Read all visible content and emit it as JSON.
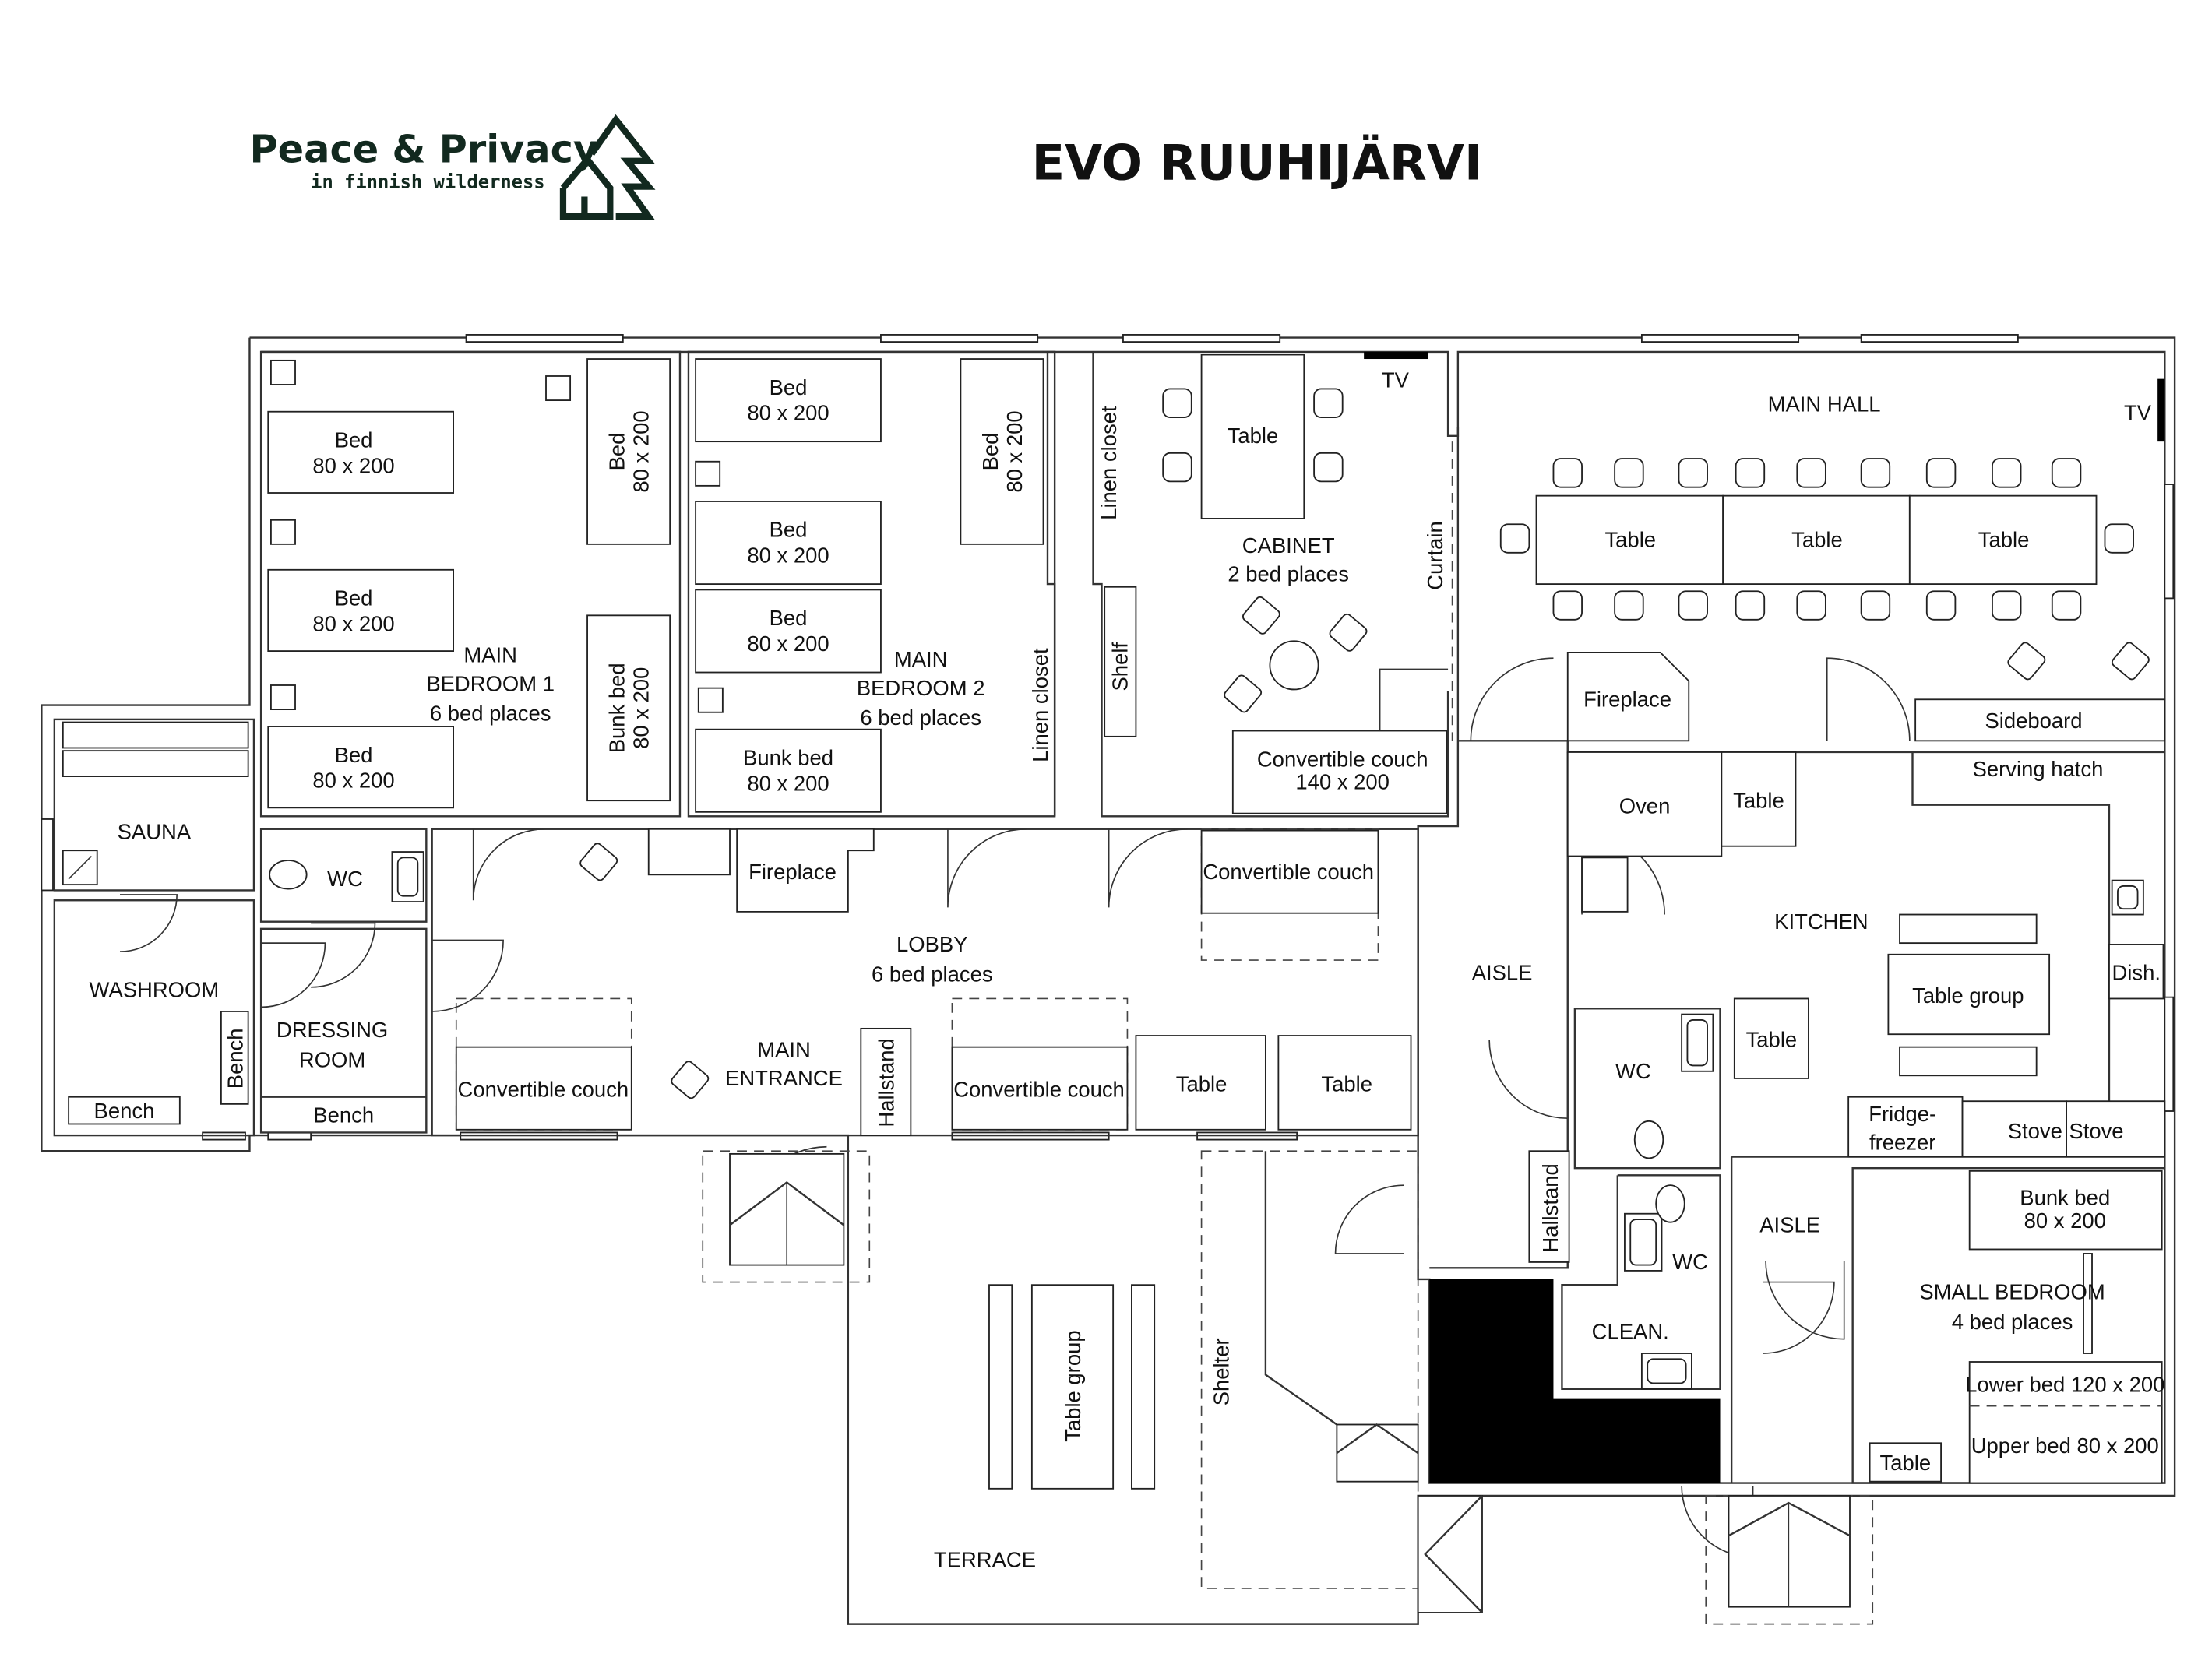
{
  "header": {
    "brand": "Peace & Privacy",
    "tagline": "in finnish wilderness",
    "title": "EVO RUUHIJÄRVI"
  },
  "colors": {
    "logo": "#12291f",
    "walls": "#333333",
    "blocked": "#000000"
  },
  "bedroom1": {
    "l1": "MAIN",
    "l2": "BEDROOM 1",
    "l3": "6 bed places",
    "beds": [
      {
        "label": "Bed",
        "size": "80 x 200"
      },
      {
        "label": "Bed",
        "size": "80 x 200"
      },
      {
        "label": "Bed",
        "size": "80 x 200"
      },
      {
        "label": "Bed",
        "size": "80 x 200"
      },
      {
        "label": "Bunk bed",
        "size": "80 x 200"
      }
    ]
  },
  "bedroom2": {
    "l1": "MAIN",
    "l2": "BEDROOM 2",
    "l3": "6 bed places",
    "closet": "Linen closet",
    "beds": [
      {
        "label": "Bed",
        "size": "80 x 200"
      },
      {
        "label": "Bed",
        "size": "80 x 200"
      },
      {
        "label": "Bed",
        "size": "80 x 200"
      },
      {
        "label": "Bunk bed",
        "size": "80 x 200"
      },
      {
        "label": "Bed",
        "size": "80 x 200"
      }
    ]
  },
  "cabinet": {
    "l1": "CABINET",
    "l2": "2 bed places",
    "table": "Table",
    "tv": "TV",
    "closet": "Linen closet",
    "shelf": "Shelf",
    "curtain": "Curtain",
    "couch1": "Convertible couch",
    "couch2": "140 x 200"
  },
  "hall": {
    "title": "MAIN HALL",
    "tv": "TV",
    "tables": [
      "Table",
      "Table",
      "Table"
    ],
    "fireplace": "Fireplace",
    "sideboard": "Sideboard"
  },
  "sauna": {
    "title": "SAUNA"
  },
  "washroom": {
    "title": "WASHROOM",
    "bench1": "Bench",
    "bench2": "Bench"
  },
  "wc1": {
    "title": "WC"
  },
  "dressing": {
    "l1": "DRESSING",
    "l2": "ROOM",
    "bench": "Bench"
  },
  "lobby": {
    "l1": "LOBBY",
    "l2": "6 bed places",
    "entrance1": "MAIN",
    "entrance2": "ENTRANCE",
    "fireplace": "Fireplace",
    "couches": [
      "Convertible couch",
      "Convertible couch",
      "Convertible couch"
    ],
    "hallstand": "Hallstand",
    "tables": [
      "Table",
      "Table"
    ]
  },
  "aisle": {
    "a1": "AISLE",
    "a2": "AISLE",
    "hallstand": "Hallstand"
  },
  "kitchen": {
    "title": "KITCHEN",
    "oven": "Oven",
    "table1": "Table",
    "table2": "Table",
    "serving": "Serving hatch",
    "tablegroup": "Table group",
    "dish": "Dish.",
    "fridge1": "Fridge-",
    "fridge2": "freezer",
    "stove1": "Stove",
    "stove2": "Stove"
  },
  "wc2": {
    "title": "WC"
  },
  "wc3": {
    "title": "WC"
  },
  "clean": {
    "title": "CLEAN."
  },
  "small": {
    "l1": "SMALL BEDROOM",
    "l2": "4 bed places",
    "bunk1": "Bunk bed",
    "bunk2": "80 x 200",
    "lower": "Lower bed 120 x 200",
    "upper": "Upper bed 80 x 200",
    "table": "Table"
  },
  "terrace": {
    "title": "TERRACE",
    "tablegroup": "Table group",
    "shelter": "Shelter"
  }
}
